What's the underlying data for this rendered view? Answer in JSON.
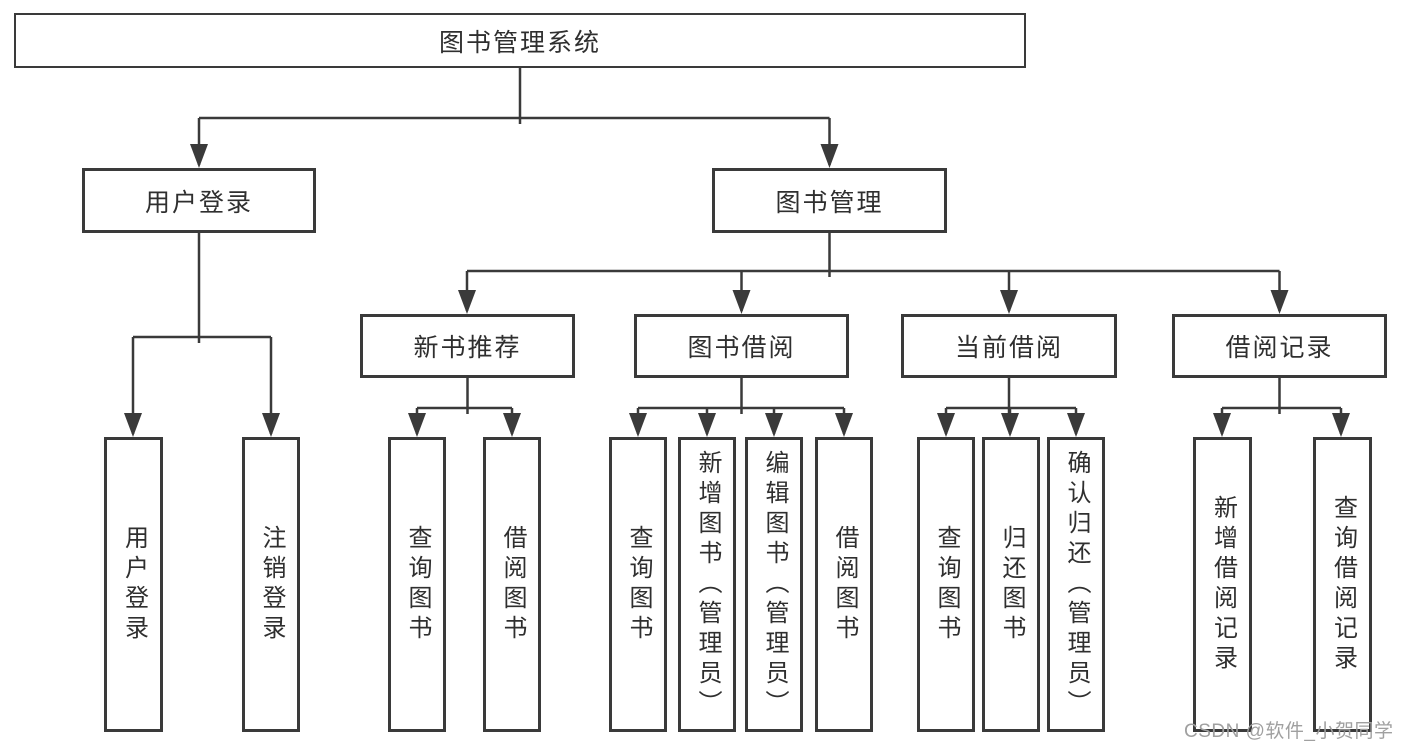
{
  "diagram": {
    "watermark": "CSDN @软件_小贺同学",
    "colors": {
      "line": "#3a3a3a",
      "text": "#2f2f2f",
      "background": "#ffffff",
      "watermark": "#a0a0a0"
    },
    "root": {
      "label": "图书管理系统",
      "children": [
        {
          "label": "用户登录",
          "children": [
            {
              "label": "用户登录"
            },
            {
              "label": "注销登录"
            }
          ]
        },
        {
          "label": "图书管理",
          "children": [
            {
              "label": "新书推荐",
              "children": [
                {
                  "label": "查询图书"
                },
                {
                  "label": "借阅图书"
                }
              ]
            },
            {
              "label": "图书借阅",
              "children": [
                {
                  "label": "查询图书"
                },
                {
                  "label": "新增图书（管理员）"
                },
                {
                  "label": "编辑图书（管理员）"
                },
                {
                  "label": "借阅图书"
                }
              ]
            },
            {
              "label": "当前借阅",
              "children": [
                {
                  "label": "查询图书"
                },
                {
                  "label": "归还图书"
                },
                {
                  "label": "确认归还（管理员）"
                }
              ]
            },
            {
              "label": "借阅记录",
              "children": [
                {
                  "label": "新增借阅记录"
                },
                {
                  "label": "查询借阅记录"
                }
              ]
            }
          ]
        }
      ]
    }
  }
}
